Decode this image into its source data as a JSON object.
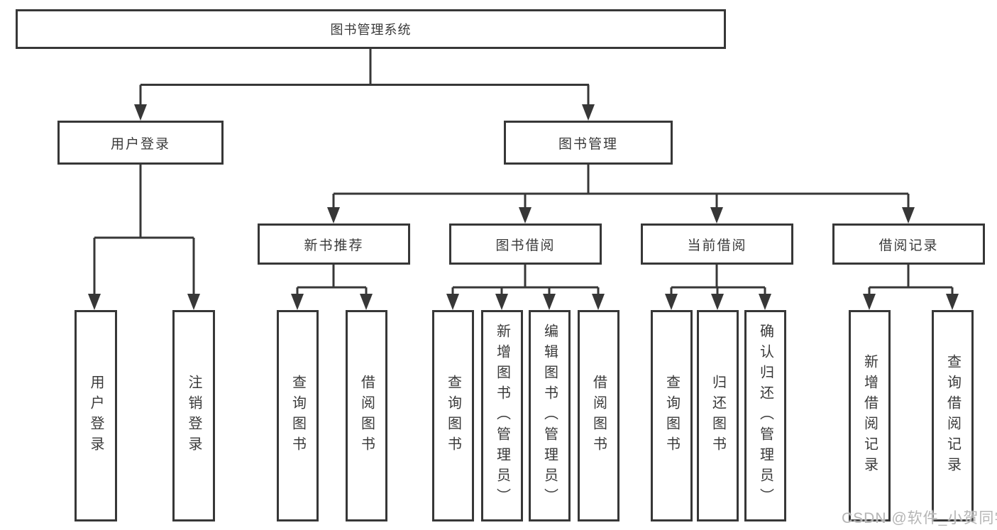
{
  "diagram": {
    "root": {
      "label": "图书管理系统"
    },
    "branches": [
      {
        "label": "用户登录",
        "children": [
          {
            "label": "用户登录"
          },
          {
            "label": "注销登录"
          }
        ]
      },
      {
        "label": "图书管理",
        "children": [
          {
            "label": "新书推荐",
            "children": [
              {
                "label": "查询图书"
              },
              {
                "label": "借阅图书"
              }
            ]
          },
          {
            "label": "图书借阅",
            "children": [
              {
                "label": "查询图书"
              },
              {
                "label": "新增图书（管理员）"
              },
              {
                "label": "编辑图书（管理员）"
              },
              {
                "label": "借阅图书"
              }
            ]
          },
          {
            "label": "当前借阅",
            "children": [
              {
                "label": "查询图书"
              },
              {
                "label": "归还图书"
              },
              {
                "label": "确认归还（管理员）"
              }
            ]
          },
          {
            "label": "借阅记录",
            "children": [
              {
                "label": "新增借阅记录"
              },
              {
                "label": "查询借阅记录"
              }
            ]
          }
        ]
      }
    ]
  },
  "watermark": {
    "text": "CSDN @软件_小贺同学"
  },
  "colors": {
    "line": "#373737",
    "text": "#3a3a3a",
    "watermark": "#b5b5b5",
    "background": "#ffffff"
  }
}
